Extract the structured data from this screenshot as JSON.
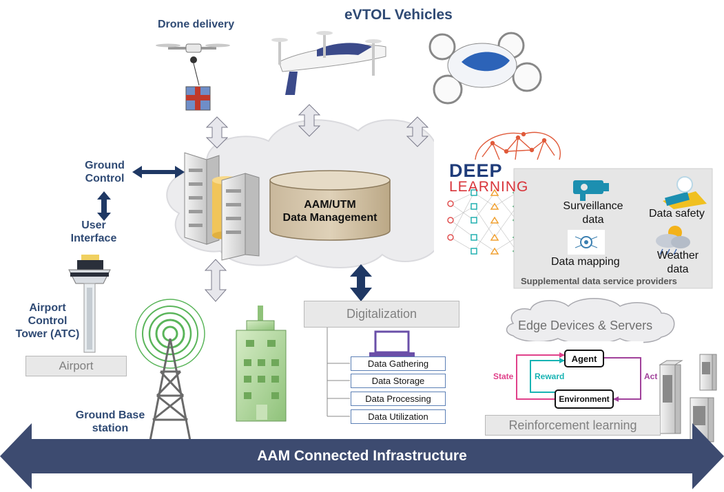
{
  "labels": {
    "drone_delivery": "Drone delivery",
    "evtol_vehicles": "eVTOL Vehicles",
    "ground_control": [
      "Ground",
      "Control"
    ],
    "user_interface": [
      "User",
      "Interface"
    ],
    "airport_control_tower": [
      "Airport",
      "Control",
      "Tower (ATC)"
    ],
    "airport": "Airport",
    "ground_base_station": [
      "Ground Base",
      "station"
    ],
    "data_management": [
      "AAM/UTM",
      "Data Management"
    ],
    "deep_learning": [
      "DEEP",
      "LEARNING"
    ],
    "digitalization": "Digitalization",
    "infrastructure": "AAM Connected Infrastructure"
  },
  "data_steps": [
    "Data Gathering",
    "Data Storage",
    "Data Processing",
    "Data Utilization"
  ],
  "services": {
    "surveillance": [
      "Surveillance",
      "data"
    ],
    "data_safety": "Data safety",
    "data_mapping": "Data mapping",
    "weather": [
      "Weather",
      "data"
    ],
    "caption": "Supplemental data service providers"
  },
  "rl": {
    "edge": "Edge Devices & Servers",
    "agent": "Agent",
    "environment": "Environment",
    "state": "State",
    "reward": "Reward",
    "action": "Act",
    "caption": "Reinforcement learning"
  },
  "colors": {
    "label_blue": "#2f4a74",
    "arrow_dark": "#1f3864",
    "infra_arrow": "#3d4b70",
    "rl_pink": "#e0408a",
    "rl_teal": "#17b3b3",
    "rl_purple": "#a0409a"
  }
}
